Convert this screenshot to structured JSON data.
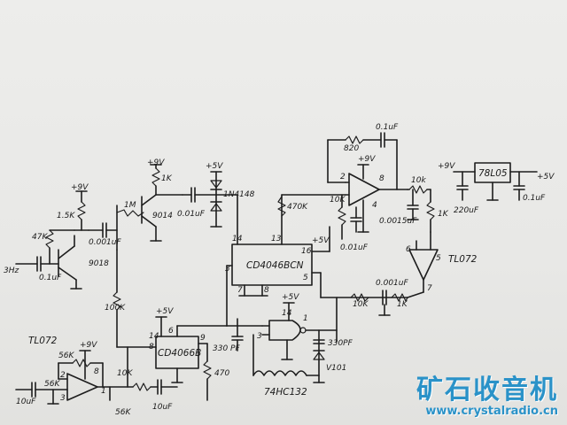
{
  "chips": {
    "cd4046_main": "CD4046BCN",
    "cd4066": "CD4066B",
    "tl072_top": "TL072",
    "tl072_left": "TL072",
    "hc132": "74HC132",
    "reg": "78L05",
    "q1": "9018",
    "q2": "9014",
    "diode": "1N4148",
    "varicap": "V101"
  },
  "labels": {
    "v_p9_q": "+9V",
    "v_p9_b": "+9V",
    "v_p5_d": "+5V",
    "v_p9_op": "+9V",
    "v_p9_reg": "+9V",
    "v_p5_reg": "+5V",
    "v_p5_4046": "+5V",
    "v_p5_4066": "+5V",
    "v_p5_132": "+5V",
    "v_p9_tl": "+9V",
    "r_1k5": "1.5K",
    "r_1m": "1M",
    "r_1k_q": "1K",
    "r_47k": "47K",
    "r_470k": "470K",
    "r_820": "820",
    "r_10k_a": "10K",
    "r_10k_b": "10k",
    "r_1k_r": "1K",
    "r_100k": "100K",
    "r_10k_c": "10K",
    "r_1k_c": "1K",
    "r_470": "470",
    "r_56k_a": "56K",
    "r_56k_b": "56K",
    "r_10k_d": "10K",
    "r_56k_c": "56K",
    "c_0001_q": "0.001uF",
    "c_01_in": "0.1uF",
    "c_001_d": "0.01uF",
    "c_01_top": "0.1uF",
    "c_0015": "0.0015uF",
    "c_001_op": "0.01uF",
    "c_0001_r": "0.001uF",
    "c_330": "330 PF",
    "c_330b": "330PF",
    "c_220": "220uF",
    "c_01_reg": "0.1uF",
    "c_10_in": "10uF",
    "c_10_out": "10uF",
    "in_label": "3Hz",
    "pin2": "2",
    "pin8": "8",
    "pin4": "4",
    "pin14a": "14",
    "pin13": "13",
    "pin16": "16",
    "pin3": "3",
    "pin5": "5",
    "pin7": "7",
    "pin8b": "8",
    "pin14b": "14",
    "pin6": "6",
    "pin9": "9",
    "pin8c": "8",
    "pin3b": "3",
    "pin1": "1",
    "pin14c": "14",
    "pin6b": "6",
    "pin5b": "5",
    "pin7b": "7",
    "pin8d": "8",
    "pin1b": "1",
    "pin3c": "3",
    "pin2b": "2"
  },
  "watermark": {
    "cn": "矿石收音机",
    "url": "www.crystalradio.cn"
  }
}
